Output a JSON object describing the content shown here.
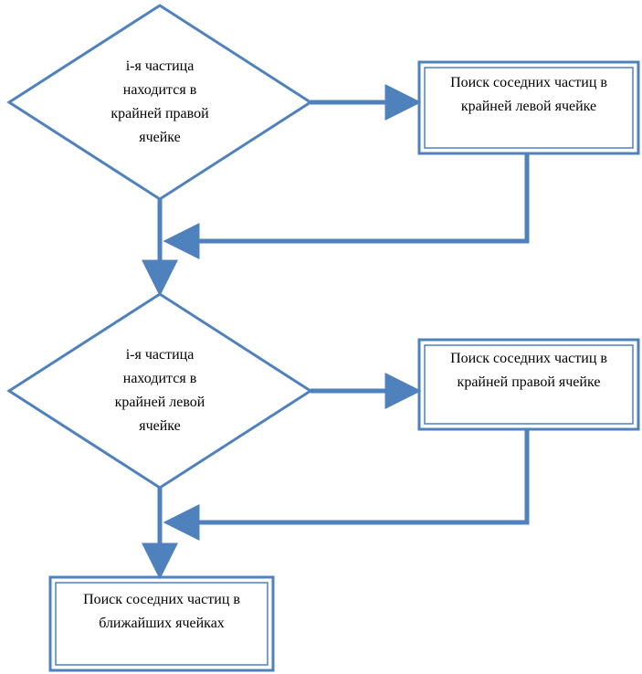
{
  "colors": {
    "line": "#4f81bd",
    "text": "#000000",
    "background": "#ffffff"
  },
  "decisions": [
    {
      "lines": [
        "i-я частица",
        "находится в",
        "крайней правой",
        "ячейке"
      ]
    },
    {
      "lines": [
        "i-я частица",
        "находится в",
        "крайней левой",
        "ячейке"
      ]
    }
  ],
  "processes": [
    {
      "lines": [
        "Поиск соседних частиц в",
        "крайней левой ячейке"
      ]
    },
    {
      "lines": [
        "Поиск соседних частиц в",
        "крайней правой ячейке"
      ]
    },
    {
      "lines": [
        "Поиск соседних частиц в",
        "ближайших ячейках"
      ]
    }
  ]
}
